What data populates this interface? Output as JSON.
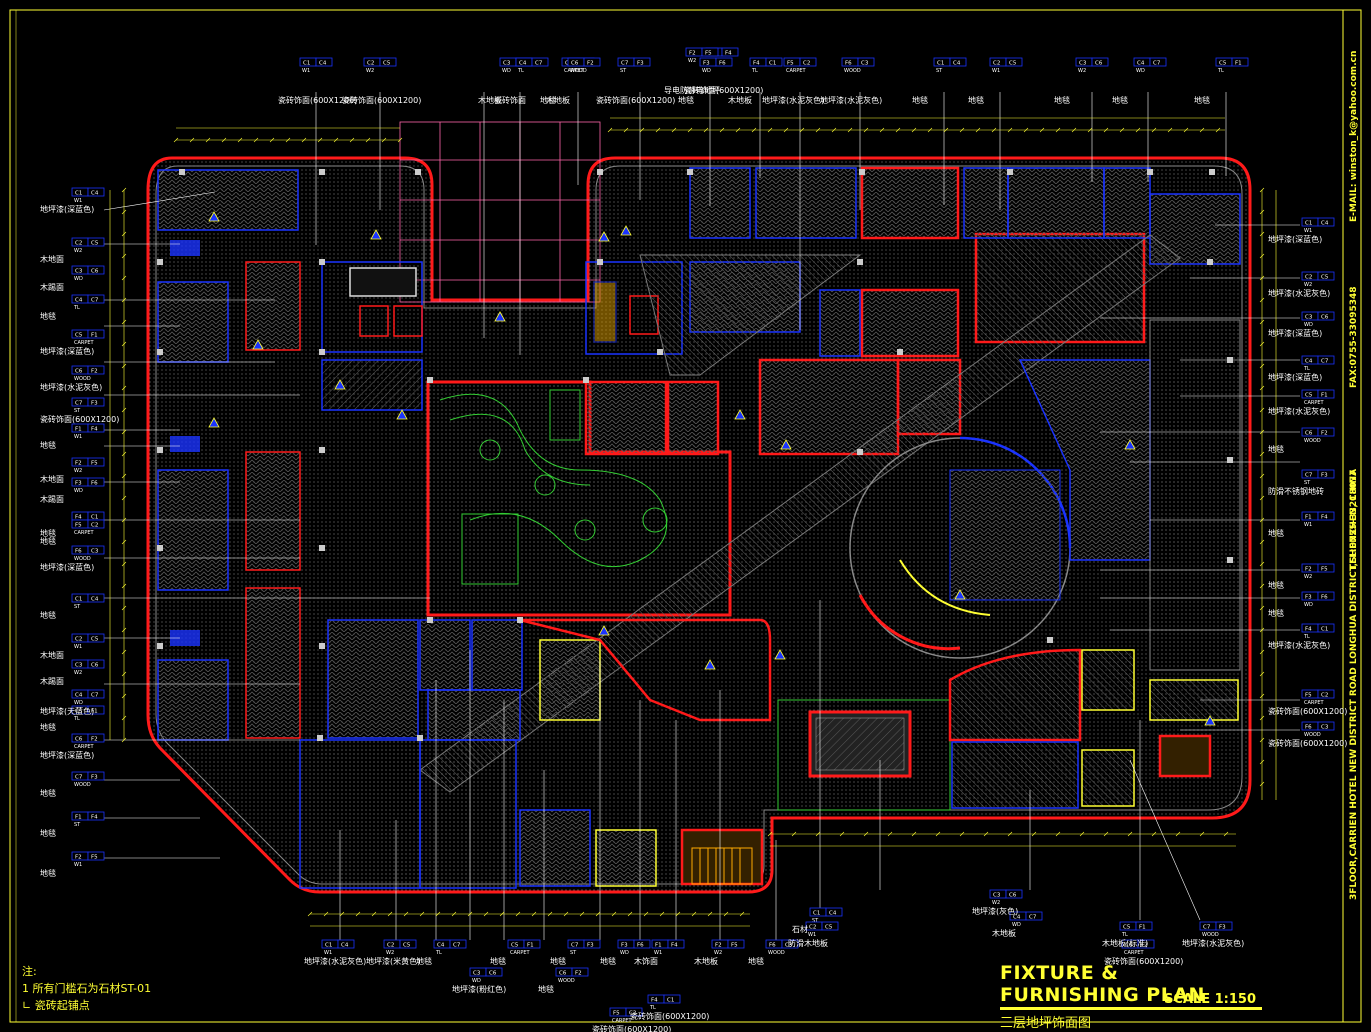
{
  "title_block": {
    "title": "FIXTURE & FURNISHING PLAN",
    "subtitle": "三层地坪饰面图",
    "scale": "SCALE    1:150"
  },
  "notes": {
    "heading": "注:",
    "line1": "1  所有门槛石为石材ST-01",
    "line2": "瓷砖起铺点"
  },
  "side_text": {
    "address": "3FLOOR,CARRIEN HOTEL  NEW DISTRICT ROAD LONGHUA DISTRICT,SHENZHEN, CHINA",
    "tel": "TEL:0755-33218077",
    "fax": "FAX:0755-33095348",
    "email": "E-MAIL: winston_k@yahoo.com.cn"
  },
  "callouts_top": [
    "瓷砖饰面(600X1200)",
    "瓷砖饰面(600X1200)",
    "木地板",
    "瓷砖饰面",
    "地毯",
    "木地板",
    "瓷砖饰面(600X1200)",
    "瓷砖饰面(600X1200)",
    "导电防静电地坪",
    "地毯",
    "木地板",
    "地坪漆(水泥灰色)",
    "地坪漆(水泥灰色)",
    "地毯",
    "地毯",
    "地毯",
    "地毯",
    "地毯"
  ],
  "callouts_left": [
    "地坪漆(深蓝色)",
    "木地面",
    "木踢面",
    "地毯",
    "地坪漆(深蓝色)",
    "地坪漆(水泥灰色)",
    "瓷砖饰面(600X1200)",
    "地毯",
    "木地面",
    "木踢面",
    "地毯",
    "地毯",
    "地坪漆(深蓝色)",
    "地毯",
    "木地面",
    "木踢面",
    "地坪漆(天蓝色)",
    "地毯",
    "地坪漆(深蓝色)",
    "地毯",
    "地毯",
    "地毯"
  ],
  "callouts_right": [
    "地坪漆(深蓝色)",
    "地坪漆(水泥灰色)",
    "地坪漆(深蓝色)",
    "地坪漆(深蓝色)",
    "地坪漆(水泥灰色)",
    "地毯",
    "防滑不锈钢地砖",
    "地毯",
    "地毯",
    "地毯",
    "地坪漆(水泥灰色)",
    "瓷砖饰面(600X1200)",
    "瓷砖饰面(600X1200)"
  ],
  "callouts_bottom": [
    "地坪漆(水泥灰色)",
    "地坪漆(米黄色)",
    "地坪漆(粉红色)",
    "地毯",
    "地毯",
    "地毯",
    "地毯",
    "木饰面",
    "木地板",
    "地毯",
    "瓷砖饰面(600X1200)",
    "瓷砖饰面(600X1200)",
    "地毯",
    "石材",
    "防滑木地板",
    "地坪漆(灰色)",
    "木地板",
    "木地板(标准)",
    "瓷砖饰面(600X1200)",
    "地坪漆(水泥灰色)"
  ],
  "tag_codes": [
    "C1",
    "C2",
    "C3",
    "C4",
    "C5",
    "C6",
    "C7",
    "F1",
    "F2",
    "F3",
    "F4",
    "F5",
    "F6",
    "W1",
    "W2",
    "WD",
    "TL",
    "CARPET",
    "WOOD",
    "ST"
  ],
  "colors": {
    "wall": "#ff1a1a",
    "frame": "#ffff33",
    "partition": "#1a33ff",
    "leader": "#ffffff",
    "landscape": "#33cc33",
    "door": "#ff33ff",
    "hatch": "#8a8a8a",
    "grid": "#ff66aa"
  }
}
